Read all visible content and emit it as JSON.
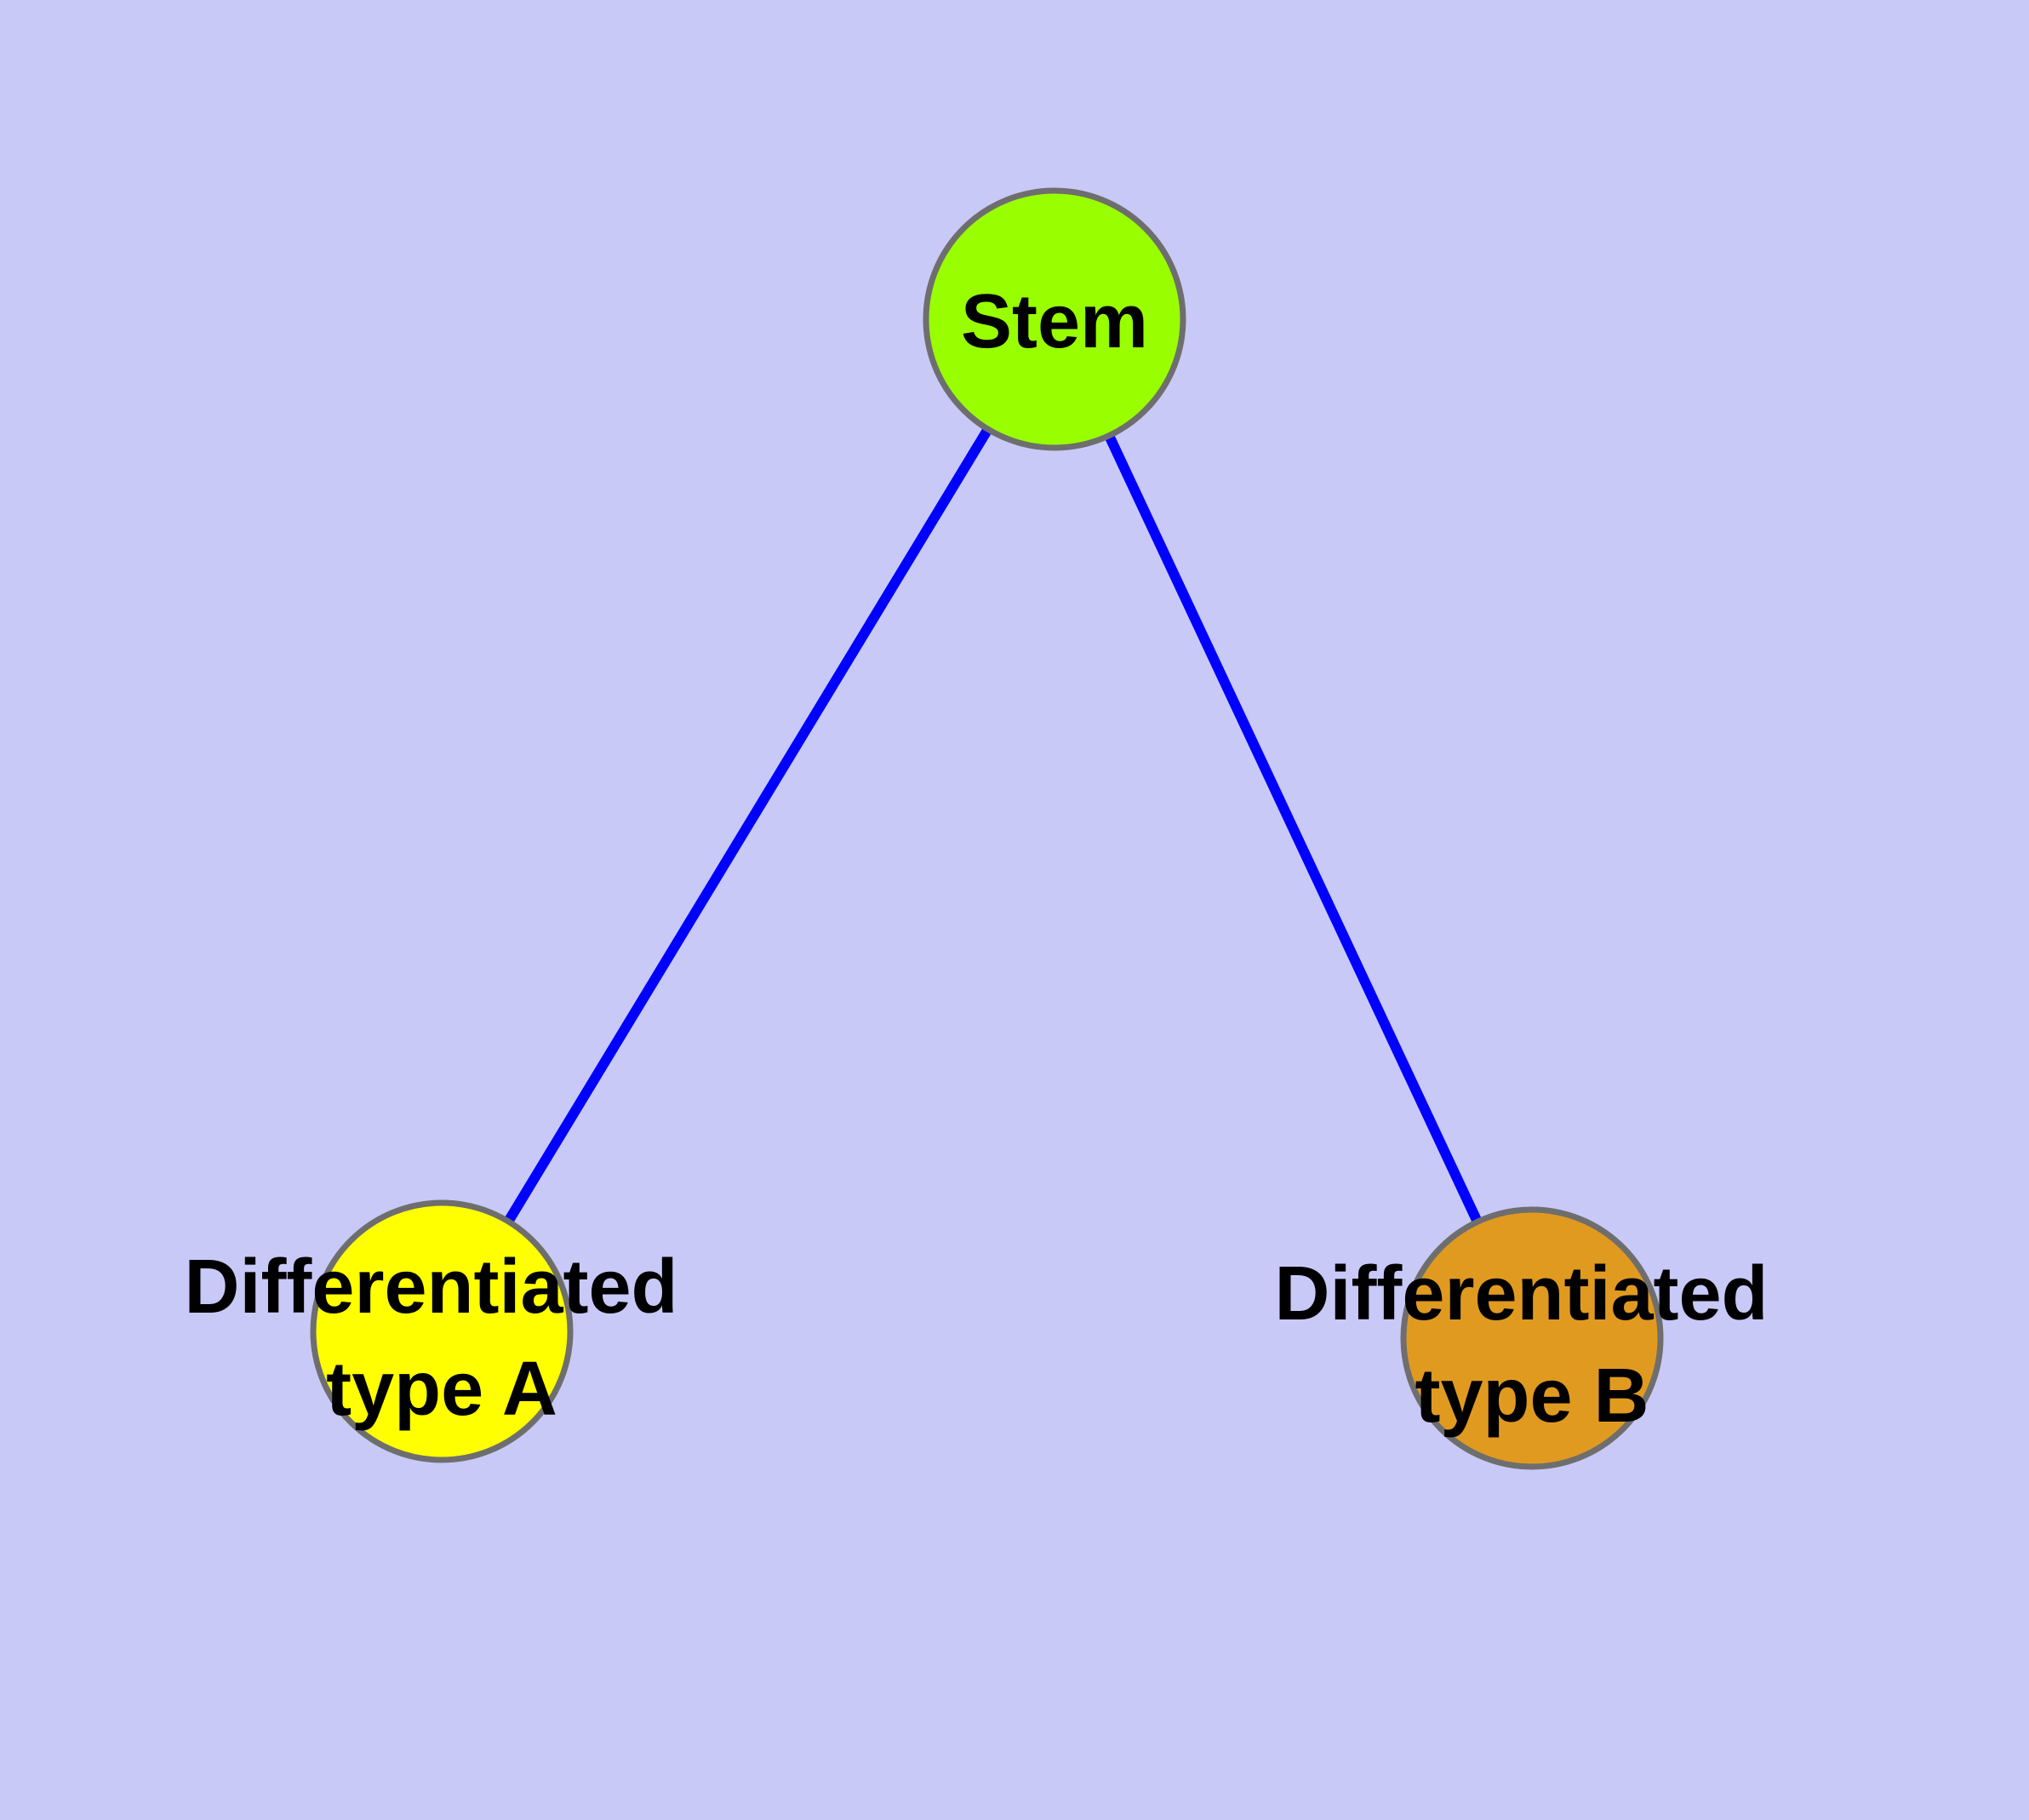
{
  "colors": {
    "background": "#C9C9F8",
    "edge": "#0000FF",
    "node-border": "#6E6E6E",
    "stem-fill": "#99FF00",
    "type-a-fill": "#FFFF00",
    "type-b-fill": "#E19A20",
    "label-color": "#000000"
  },
  "diagram": {
    "type": "node-link-graph",
    "nodes": [
      {
        "id": "stem",
        "label": "Stem",
        "label_lines": [
          "Stem"
        ],
        "shape": "circle",
        "fill": "#99FF00"
      },
      {
        "id": "type-a",
        "label": "Differentiated type A",
        "label_lines": [
          "Differentiated",
          "type A"
        ],
        "shape": "circle",
        "fill": "#FFFF00"
      },
      {
        "id": "type-b",
        "label": "Differentiated type B",
        "label_lines": [
          "Differentiated",
          "type B"
        ],
        "shape": "circle",
        "fill": "#E19A20"
      }
    ],
    "edges": [
      {
        "from": "Stem",
        "to": "Differentiated type A"
      },
      {
        "from": "Stem",
        "to": "Differentiated type B"
      }
    ]
  }
}
